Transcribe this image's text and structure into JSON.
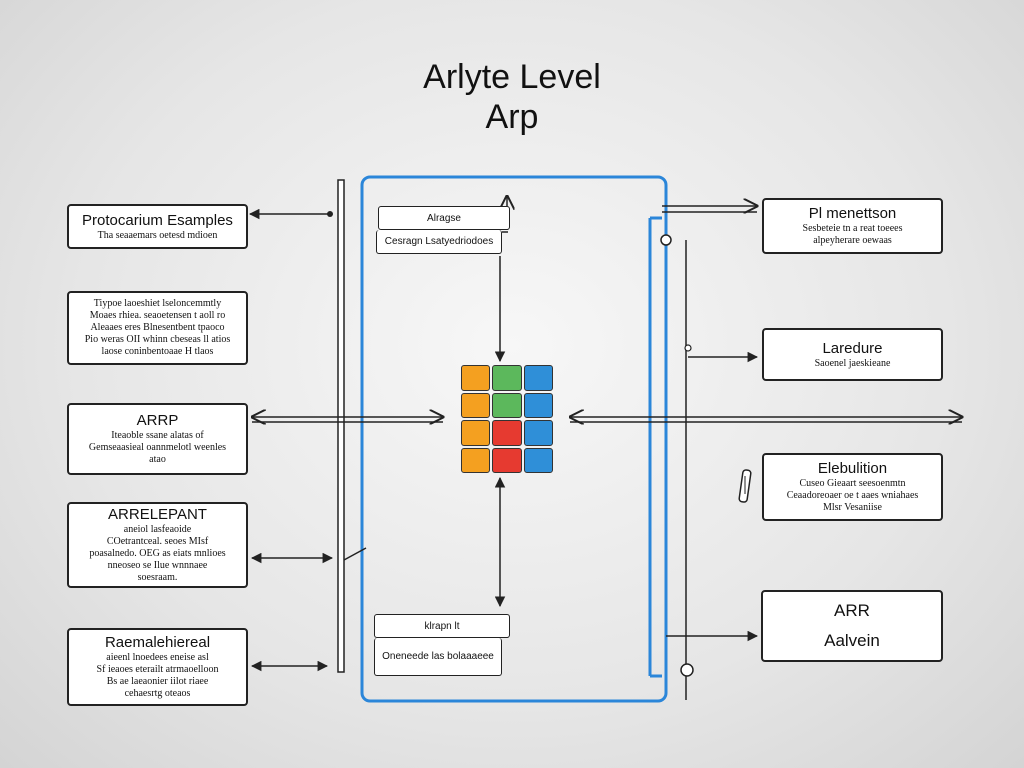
{
  "title": {
    "line1": "Arlyte Level",
    "line2": "Arp"
  },
  "left_boxes": [
    {
      "title": "Protocarium Esamples",
      "lines": [
        "Tha seaaemars oetesd mdioen"
      ]
    },
    {
      "title": "",
      "lines": [
        "Tiypoe laoeshiet lseloncemmtly",
        "Moaes rhiea. seaoetensen t aoll ro",
        "Aleaaes eres Blnesentbent tpaoco",
        "Pio weras OII whinn cbeseas ll atios",
        "laose coninbentoaae H tlaos"
      ]
    },
    {
      "title": "ARRP",
      "lines": [
        "Iteaoble ssane alatas of",
        "Gemseaasieal oannmelotl weenles",
        "atao"
      ]
    },
    {
      "title": "ARRELEPANT",
      "lines": [
        "aneiol lasfeaoide",
        "COetrantceal. seoes MIsf",
        "poasalnedo. OEG as eiats mnlioes",
        "nneoseo se Ilue wnnnaee",
        "soesraam."
      ]
    },
    {
      "title": "Raemalehiereal",
      "lines": [
        "aieenl lnoedees eneise asl",
        "Sf ieaoes eterailt atrmaoelloon",
        "Bs ae laeaonier iilot riaee",
        "cehaesrtg oteaos"
      ]
    }
  ],
  "right_boxes": [
    {
      "title": "Pl menettson",
      "lines": [
        "Sesbeteie tn a reat toeees",
        "alpeyherare oewaas"
      ]
    },
    {
      "title": "Laredure",
      "lines": [
        "Saoenel jaeskieane"
      ]
    },
    {
      "title": "Elebulition",
      "lines": [
        "Cuseo Gieaart seesoenmtn",
        "Ceaadoreoaer oe t aaes wniahaes",
        "Mlsr Vesaniise"
      ]
    },
    {
      "title": "ARR",
      "lines": [
        "Aalvein"
      ]
    }
  ],
  "center": {
    "top_inner": {
      "label": "Alragse",
      "sublabel": "Cesragn Lsatyedriodoes"
    },
    "bottom_inner": {
      "label": "klrapn lt",
      "sublabel": "Oneneede las bolaaaeee"
    },
    "grid_colors": [
      [
        "#f4a020",
        "#5cb85c",
        "#2f8fd8"
      ],
      [
        "#f4a020",
        "#5cb85c",
        "#2f8fd8"
      ],
      [
        "#f4a020",
        "#e63a30",
        "#2f8fd8"
      ],
      [
        "#f4a020",
        "#e63a30",
        "#2f8fd8"
      ]
    ],
    "frame_color": "#2b86d9"
  }
}
